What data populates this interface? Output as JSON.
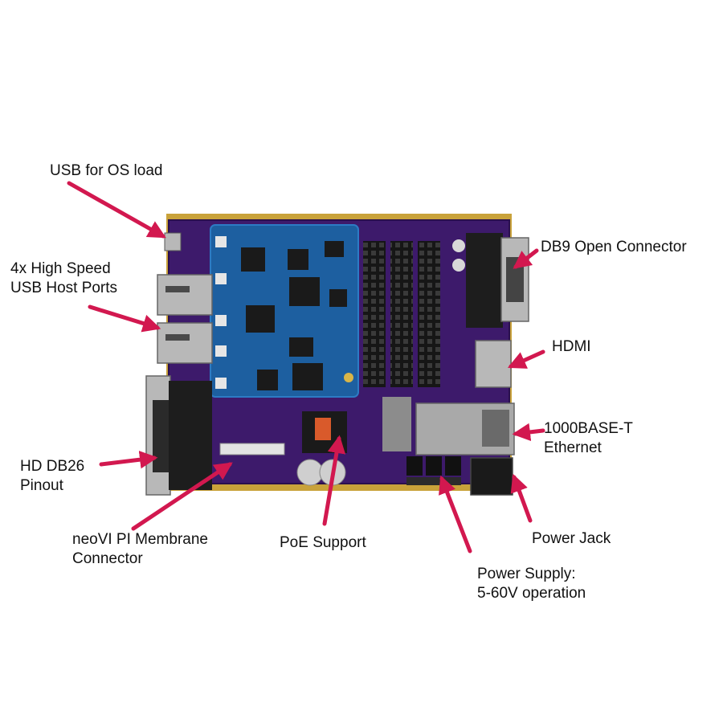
{
  "colors": {
    "arrow": "#d2184f",
    "board": "#3d1a6b",
    "board_edge": "#c9a23a",
    "module": "#1d5fa0",
    "module_edge": "#2d7bc4",
    "chip": "#1a1a1a",
    "header": "#111111",
    "metal": "#b8b8b8"
  },
  "labels": {
    "usb_os": [
      "USB for OS load"
    ],
    "usb_host": [
      "4x High Speed",
      "USB Host Ports"
    ],
    "db26": [
      "HD DB26",
      "Pinout"
    ],
    "membrane": [
      "neoVI PI Membrane",
      "Connector"
    ],
    "poe": [
      "PoE Support"
    ],
    "power_supply": [
      "Power Supply:",
      "5-60V operation"
    ],
    "power_jack": [
      "Power Jack"
    ],
    "ethernet": [
      "1000BASE-T",
      "Ethernet"
    ],
    "hdmi": [
      "HDMI"
    ],
    "db9": [
      "DB9 Open Connector"
    ]
  },
  "board_icons": {
    "board": "circuit-board",
    "module": "compute-module",
    "usb_micro": "micro-usb-port-icon",
    "usb_a": "usb-a-port-icon",
    "db26": "db26-connector-icon",
    "db9": "db9-connector-icon",
    "hdmi": "hdmi-port-icon",
    "rj45": "rj45-port-icon",
    "dc_jack": "dc-power-jack-icon",
    "poe": "poe-transformer-icon",
    "membrane": "membrane-connector-icon",
    "headers": "pin-header-icon"
  }
}
